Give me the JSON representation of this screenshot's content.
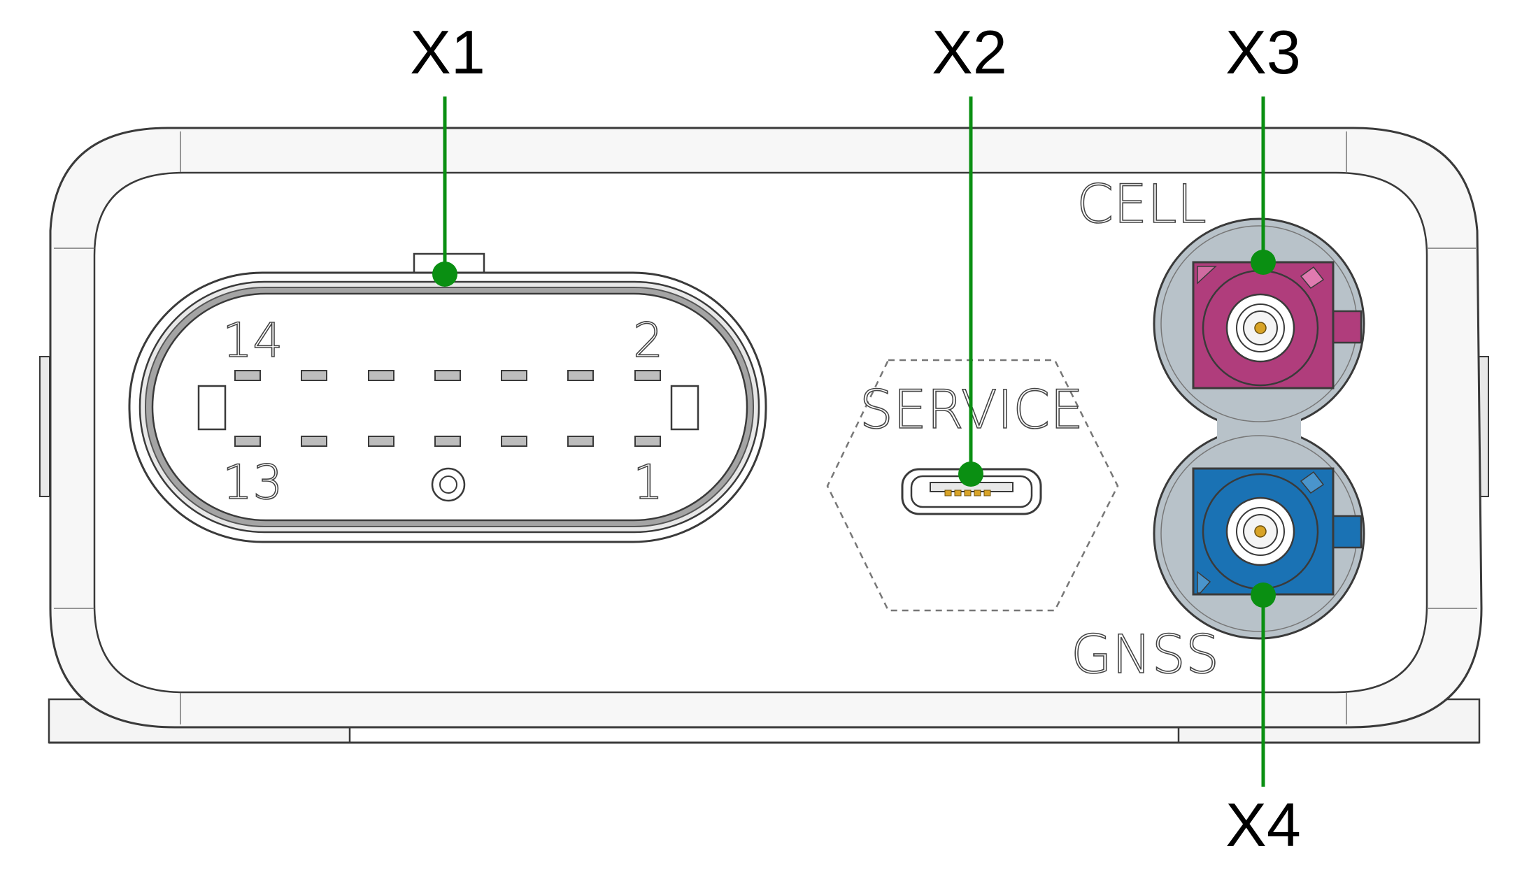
{
  "callouts": {
    "x1": "X1",
    "x2": "X2",
    "x3": "X3",
    "x4": "X4"
  },
  "connector_x1": {
    "pin_14": "14",
    "pin_2": "2",
    "pin_13": "13",
    "pin_1": "1"
  },
  "port_labels": {
    "service": "SERVICE",
    "cell": "CELL",
    "gnss": "GNSS"
  },
  "colors": {
    "leader_line": "#0a8f12",
    "cell_connector": "#b03d7c",
    "gnss_connector": "#1a72b4",
    "socket_gray": "#b8c2c9",
    "outline": "#3a3a3a"
  }
}
